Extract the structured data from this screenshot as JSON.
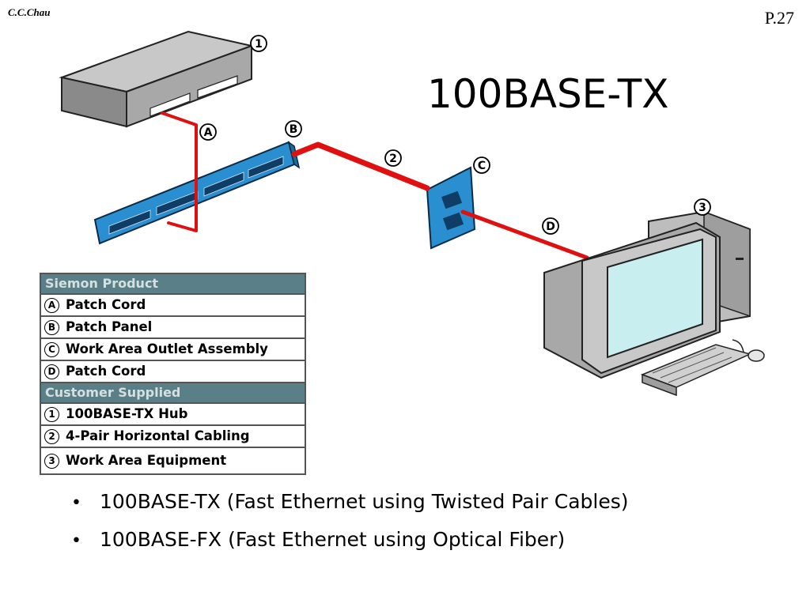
{
  "header": {
    "author": "C.C.Chau",
    "page_number": "P.27"
  },
  "title": "100BASE-TX",
  "diagram": {
    "markers": {
      "m1": "1",
      "m2": "2",
      "m3": "3",
      "mA": "A",
      "mB": "B",
      "mC": "C",
      "mD": "D"
    },
    "cable_color": "#e01010",
    "panel_color": "#2a8fd0"
  },
  "legend": {
    "siemon_header": "Siemon Product",
    "siemon_items": [
      {
        "marker": "A",
        "label": "Patch Cord"
      },
      {
        "marker": "B",
        "label": "Patch Panel"
      },
      {
        "marker": "C",
        "label": "Work Area Outlet Assembly"
      },
      {
        "marker": "D",
        "label": "Patch Cord"
      }
    ],
    "customer_header": "Customer Supplied",
    "customer_items": [
      {
        "marker": "1",
        "label": "100BASE-TX Hub"
      },
      {
        "marker": "2",
        "label": "4-Pair Horizontal Cabling"
      },
      {
        "marker": "3",
        "label": "Work Area Equipment"
      }
    ]
  },
  "bullets": [
    "100BASE-TX (Fast Ethernet using Twisted Pair Cables)",
    "100BASE-FX (Fast Ethernet using Optical Fiber)"
  ]
}
